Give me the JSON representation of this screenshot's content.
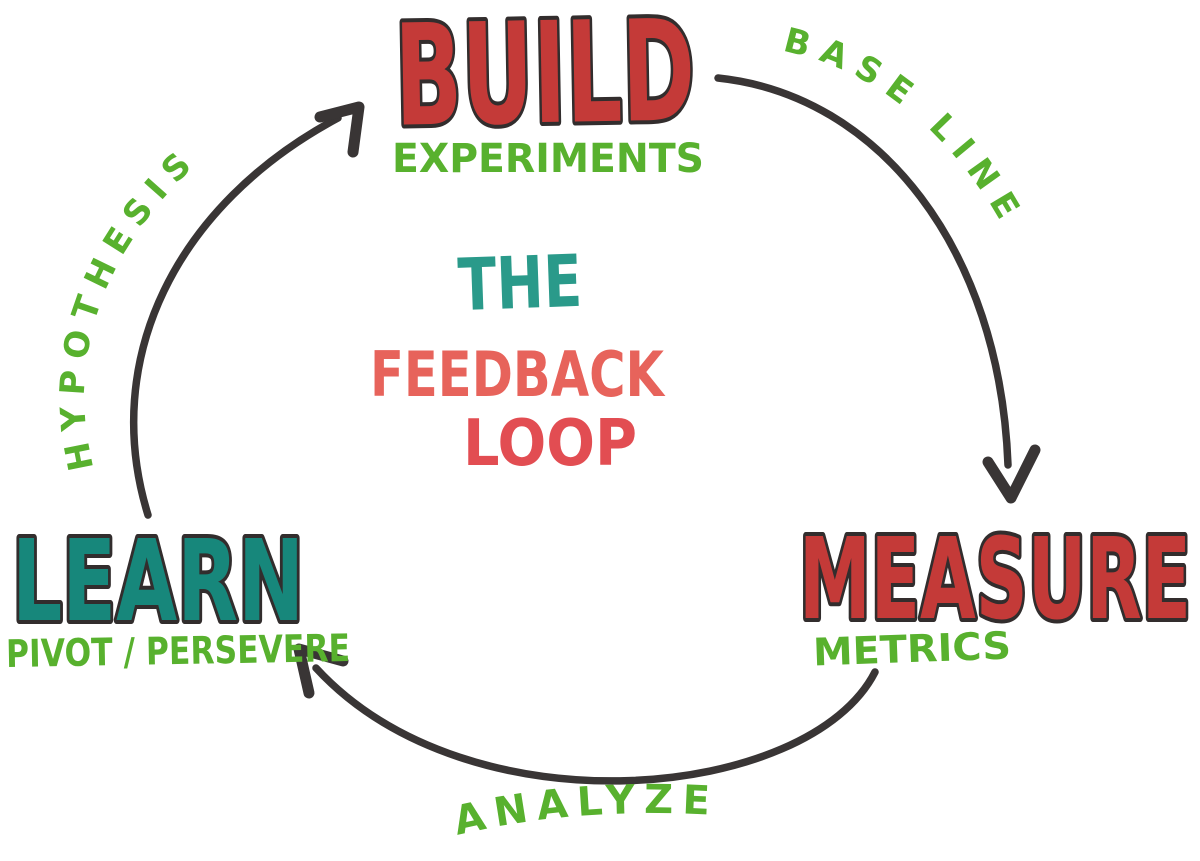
{
  "title": {
    "line1": "THE",
    "line2": "FEEDBACK",
    "line3": "LOOP"
  },
  "nodes": {
    "build": {
      "label": "BUILD",
      "sublabel": "EXPERIMENTS"
    },
    "measure": {
      "label": "MEASURE",
      "sublabel": "METRICS"
    },
    "learn": {
      "label": "LEARN",
      "sublabel": "PIVOT / PERSEVERE"
    }
  },
  "edges": {
    "build_to_measure": {
      "label": "BASE LINE"
    },
    "measure_to_learn": {
      "label": "ANALYZE"
    },
    "learn_to_build": {
      "label": "HYPOTHESIS"
    }
  },
  "colors": {
    "background": "#ffffff",
    "ink": "#393535",
    "outline": "#322d2d",
    "node-red": "#c43a38",
    "node-teal": "#17877b",
    "annotation-green": "#58b12e",
    "title-teal": "#2a9a8a",
    "title-salmon": "#e7635b",
    "title-red": "#e24d52"
  }
}
